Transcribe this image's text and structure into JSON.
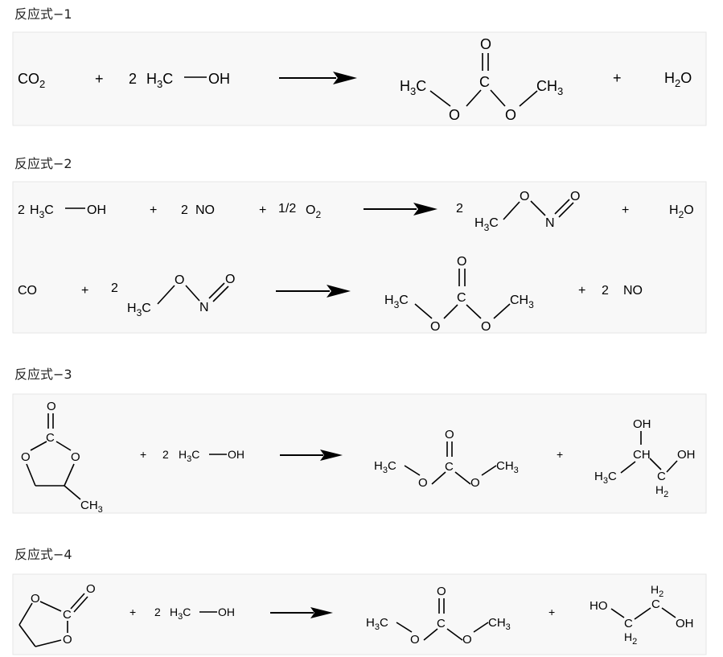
{
  "headers": {
    "r1": "反应式−1",
    "r2": "反应式−2",
    "r3": "反应式−3",
    "r4": "反应式−4"
  },
  "symbols": {
    "plus": "+",
    "two": "2",
    "half": "1/2"
  },
  "atoms": {
    "O": "O",
    "C": "C",
    "N": "N",
    "H3C": "H3C",
    "CH3": "CH3",
    "OH": "OH",
    "HO": "HO",
    "CH": "CH",
    "H2": "H2"
  },
  "species": {
    "co2_base": "CO",
    "co2_sub": "2",
    "h2o_h": "H",
    "h2o_sub": "2",
    "h2o_o": "O",
    "no": "NO",
    "o2_base": "O",
    "o2_sub": "2",
    "co": "CO",
    "h3c_h": "H",
    "h3c_sub": "3",
    "h3c_c": "C"
  }
}
